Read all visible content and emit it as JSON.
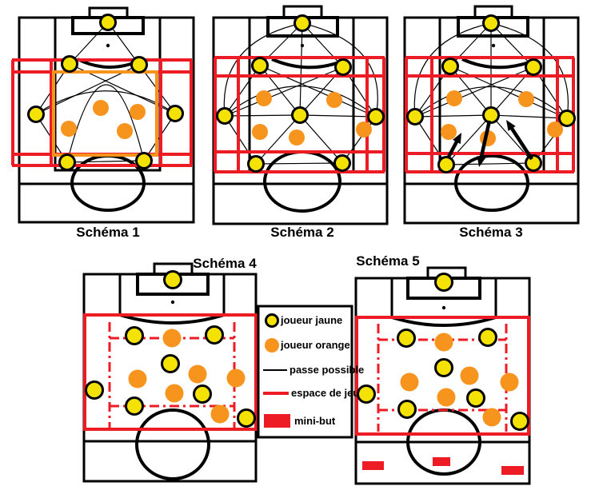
{
  "colors": {
    "yellow_player": "#F4E204",
    "orange_player": "#F7941D",
    "pass_line": "#000000",
    "play_space_red": "#ED1C24",
    "mini_goal_red": "#ED1C24",
    "pitch_line": "#000000",
    "inner_zone_orange": "#F7941D",
    "background": "#FFFFFF"
  },
  "schemas": [
    {
      "id": "schema1",
      "title": "Schéma 1",
      "yellow_radius": 9.5,
      "orange_radius": 10,
      "yellow_players": [
        [
          135,
          28
        ],
        [
          87,
          80
        ],
        [
          174,
          81
        ],
        [
          45,
          143
        ],
        [
          219,
          142
        ],
        [
          84,
          203
        ],
        [
          180,
          201
        ]
      ],
      "orange_players": [
        [
          126,
          135
        ],
        [
          172,
          140
        ],
        [
          86,
          161
        ],
        [
          156,
          164
        ]
      ]
    },
    {
      "id": "schema2",
      "title": "Schéma 2",
      "yellow_radius": 9.5,
      "orange_radius": 10,
      "yellow_players": [
        [
          378,
          29
        ],
        [
          325,
          82
        ],
        [
          429,
          84
        ],
        [
          281,
          145
        ],
        [
          375,
          144
        ],
        [
          470,
          146
        ],
        [
          320,
          205
        ],
        [
          428,
          204
        ]
      ],
      "orange_players": [
        [
          330,
          123
        ],
        [
          418,
          125
        ],
        [
          325,
          165
        ],
        [
          455,
          162
        ],
        [
          371,
          172
        ]
      ]
    },
    {
      "id": "schema3",
      "title": "Schéma 3",
      "yellow_radius": 9.5,
      "orange_radius": 10,
      "yellow_players": [
        [
          614,
          29
        ],
        [
          563,
          83
        ],
        [
          667,
          84
        ],
        [
          519,
          146
        ],
        [
          614,
          144
        ],
        [
          709,
          148
        ],
        [
          558,
          206
        ],
        [
          667,
          204
        ]
      ],
      "orange_players": [
        [
          568,
          123
        ],
        [
          658,
          124
        ],
        [
          561,
          165
        ],
        [
          694,
          162
        ],
        [
          610,
          173
        ]
      ],
      "arrows": [
        {
          "from": [
            560,
            198
          ],
          "to": [
            577,
            166
          ]
        },
        {
          "from": [
            612,
            151
          ],
          "to": [
            599,
            209
          ]
        },
        {
          "from": [
            665,
            199
          ],
          "to": [
            633,
            150
          ]
        }
      ]
    },
    {
      "id": "schema4",
      "title": "Schéma 4",
      "yellow_radius": 10.5,
      "orange_radius": 11.5,
      "yellow_players": [
        [
          216,
          350
        ],
        [
          168,
          420
        ],
        [
          268,
          419
        ],
        [
          213,
          455
        ],
        [
          118,
          488
        ],
        [
          253,
          493
        ],
        [
          168,
          508
        ],
        [
          308,
          523
        ]
      ],
      "orange_players": [
        [
          215,
          423
        ],
        [
          172,
          474
        ],
        [
          247,
          468
        ],
        [
          295,
          473
        ],
        [
          218,
          492
        ],
        [
          275,
          518
        ]
      ]
    },
    {
      "id": "schema5",
      "title": "Schéma 5",
      "yellow_radius": 10.5,
      "orange_radius": 11.5,
      "yellow_players": [
        [
          555,
          353
        ],
        [
          508,
          423
        ],
        [
          610,
          422
        ],
        [
          555,
          460
        ],
        [
          458,
          493
        ],
        [
          595,
          498
        ],
        [
          509,
          512
        ],
        [
          650,
          527
        ]
      ],
      "orange_players": [
        [
          555,
          428
        ],
        [
          512,
          478
        ],
        [
          587,
          470
        ],
        [
          637,
          478
        ],
        [
          558,
          497
        ],
        [
          615,
          522
        ]
      ],
      "mini_goals": [
        [
          453,
          577,
          27,
          11
        ],
        [
          541,
          572,
          22,
          11
        ],
        [
          627,
          583,
          28,
          11
        ]
      ]
    }
  ],
  "legend": {
    "items": [
      {
        "swatch": "yellow-player",
        "label": "joueur jaune"
      },
      {
        "swatch": "orange-player",
        "label": "joueur orange"
      },
      {
        "swatch": "pass-line",
        "label": "passe possible"
      },
      {
        "swatch": "play-space",
        "label": "espace de jeu"
      },
      {
        "swatch": "mini-goal",
        "label": "mini-but"
      }
    ]
  }
}
